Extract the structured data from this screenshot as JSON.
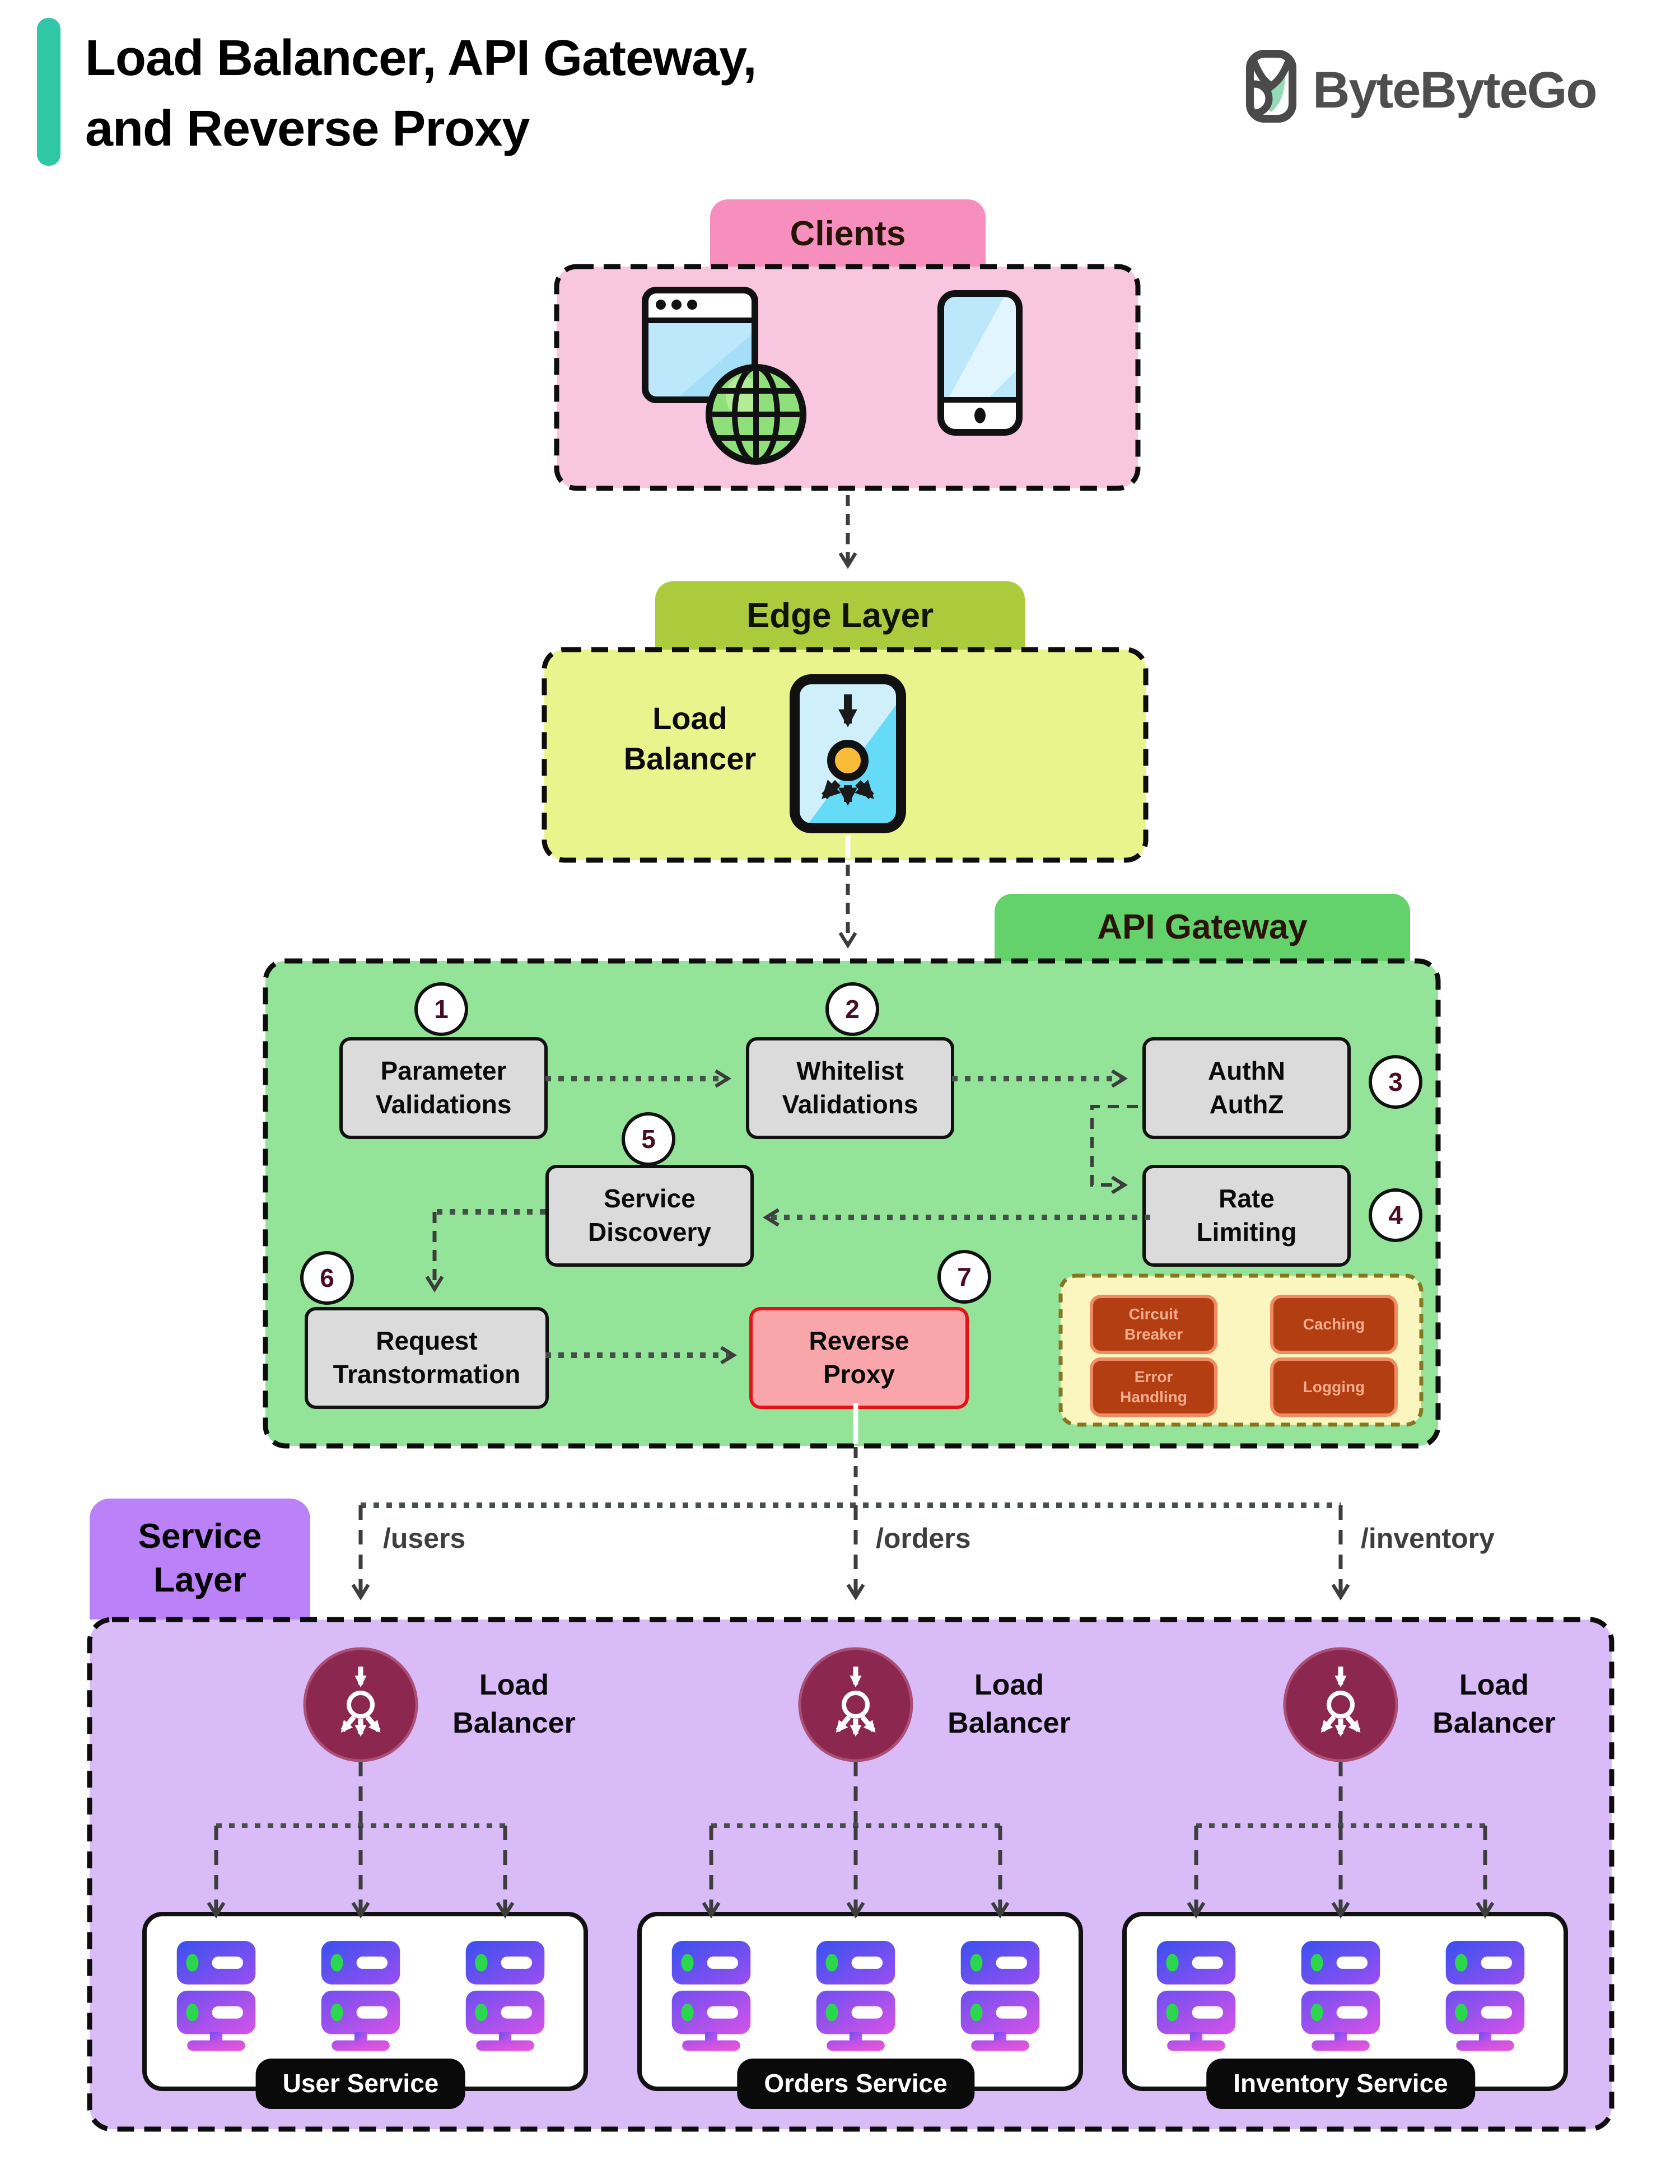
{
  "header": {
    "title": "Load Balancer, API Gateway,\nand Reverse Proxy",
    "brand": "ByteByteGo"
  },
  "clients": {
    "tab_label": "Clients"
  },
  "edge_layer": {
    "tab_label": "Edge Layer",
    "load_balancer_label": "Load\nBalancer"
  },
  "api_gateway": {
    "tab_label": "API Gateway",
    "steps": [
      {
        "num": "1",
        "label": "Parameter\nValidations"
      },
      {
        "num": "2",
        "label": "Whitelist\nValidations"
      },
      {
        "num": "3",
        "label": "AuthN\nAuthZ"
      },
      {
        "num": "4",
        "label": "Rate\nLimiting"
      },
      {
        "num": "5",
        "label": "Service\nDiscovery"
      },
      {
        "num": "6",
        "label": "Request\nTranstormation"
      },
      {
        "num": "7",
        "label": "Reverse\nProxy"
      }
    ],
    "features": [
      {
        "label": "Circuit\nBreaker"
      },
      {
        "label": "Caching"
      },
      {
        "label": "Error\nHandling"
      },
      {
        "label": "Logging"
      }
    ]
  },
  "service_layer": {
    "tab_label": "Service\nLayer",
    "routes": [
      {
        "path": "/users"
      },
      {
        "path": "/orders"
      },
      {
        "path": "/inventory"
      }
    ],
    "load_balancer_label": "Load\nBalancer",
    "services": [
      {
        "name": "User Service"
      },
      {
        "name": "Orders Service"
      },
      {
        "name": "Inventory Service"
      }
    ]
  },
  "colors": {
    "accent_teal": "#2FC7A5",
    "clients_tab": "#F78FBE",
    "clients_box": "#F9C6DF",
    "edge_tab": "#ABCB3D",
    "edge_box": "#EAF48D",
    "api_tab": "#63D26B",
    "api_box": "#93E399",
    "node_gray": "#DBDBDB",
    "proxy_fill": "#F9A6AB",
    "proxy_border": "#E41116",
    "panel_yellow": "#FBF6BF",
    "feature_fill": "#B23E12",
    "feature_text": "#F6AC90",
    "service_tab": "#BA81F8",
    "service_box": "#D9BCF7",
    "balancer_maroon": "#8C2850",
    "server_green_led": "#2BD84D"
  }
}
